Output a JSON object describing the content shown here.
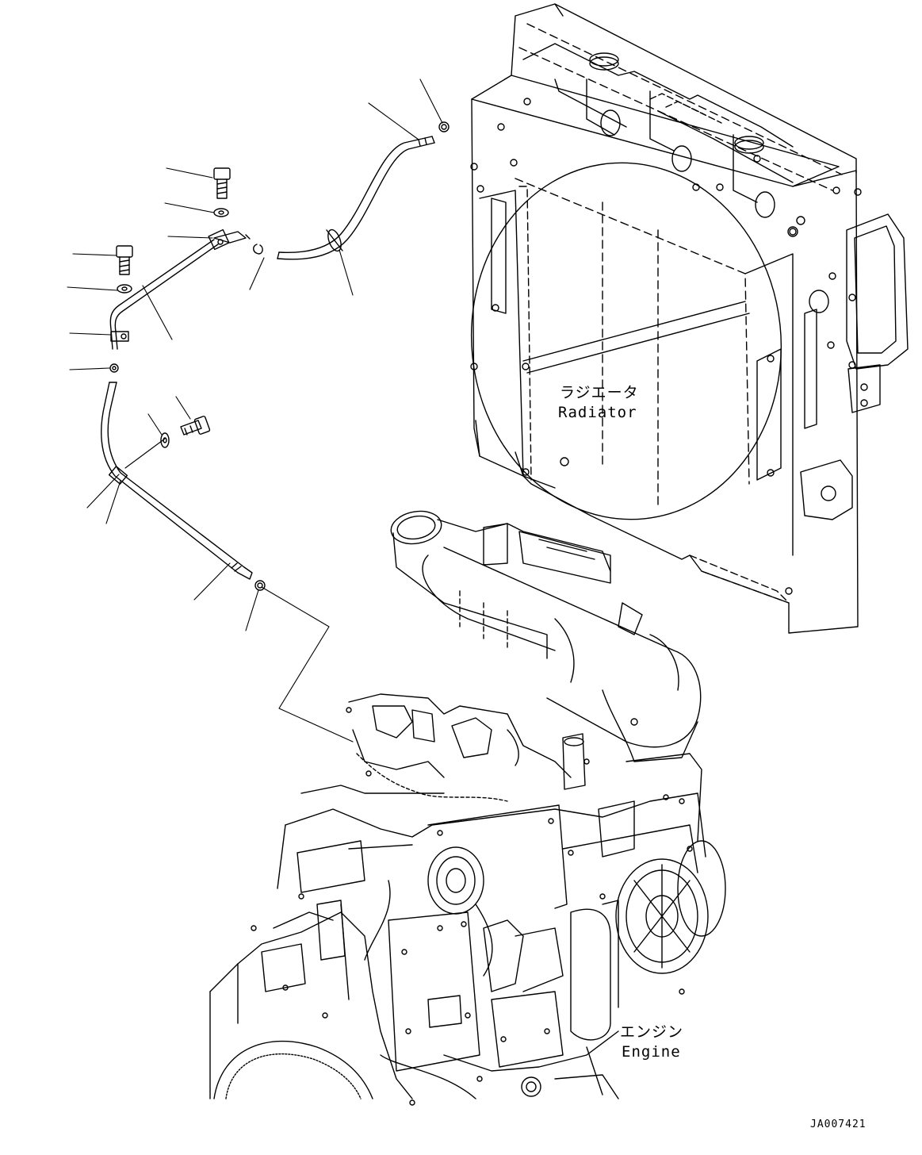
{
  "labels": {
    "radiator_jp": "ラジエータ",
    "radiator_en": "Radiator",
    "engine_jp": "エンジン",
    "engine_en": "Engine"
  },
  "drawing_code": "JA007421"
}
